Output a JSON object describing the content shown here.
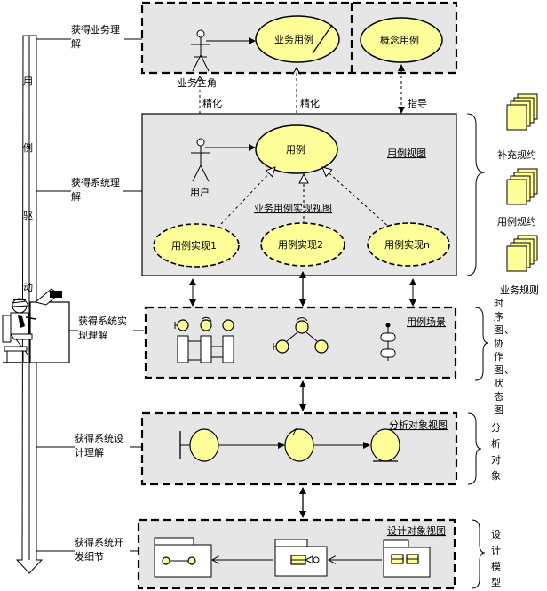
{
  "colors": {
    "box_fill": "#e6e6e6",
    "use_case_fill": "#ffff99",
    "stroke": "#000000"
  },
  "left_arrow": {
    "chars": [
      "用",
      "例",
      "驱",
      "动"
    ]
  },
  "stages": {
    "business": "获得业务理解",
    "system": "获得系统理解",
    "realization": "获得系统实现理解",
    "design": "获得系统设计理解",
    "development": "获得系统开发细节"
  },
  "business_box": {
    "actor": "业务主角",
    "use_case": "业务用例",
    "concept": "概念用例"
  },
  "links": {
    "refine_left": "精化",
    "refine_right": "精化",
    "guide": "指导"
  },
  "usecase_view": {
    "title": "用例视图",
    "actor": "用户",
    "use_case": "用例",
    "realization_label": "业务用例实现视图",
    "realizations": [
      "用例实现1",
      "用例实现2",
      "用例实现n"
    ]
  },
  "scenario": {
    "title": "用例场景"
  },
  "analysis": {
    "title": "分析对象视图"
  },
  "design_obj": {
    "title": "设计对象视图"
  },
  "right_labels": {
    "supplement": "补充规约",
    "use_case_spec": "用例规约",
    "business_rules": "业务规则",
    "diagrams_chars": [
      "时",
      "序",
      "图",
      "、",
      "协",
      "作",
      "图",
      "、",
      "状",
      "态",
      "图"
    ],
    "analysis_chars": [
      "分",
      "析",
      "对",
      "象"
    ],
    "design_chars": [
      "设",
      "计",
      "模",
      "型"
    ]
  }
}
